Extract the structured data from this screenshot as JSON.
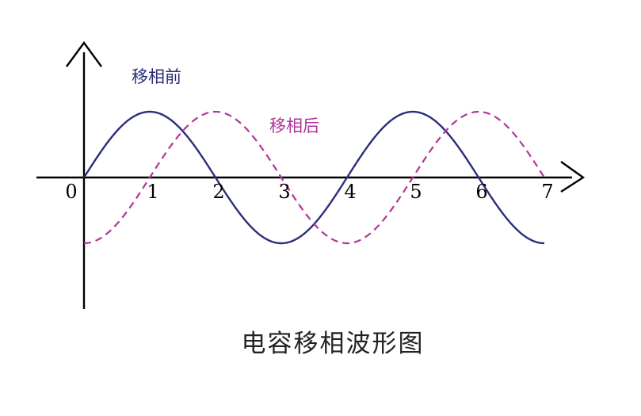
{
  "caption": "电容移相波形图",
  "chart_data": {
    "type": "line",
    "title": "电容移相波形图",
    "xlabel": "",
    "ylabel": "",
    "x_ticks": [
      "0",
      "1",
      "2",
      "3",
      "4",
      "5",
      "6",
      "7"
    ],
    "xlim": [
      0,
      7
    ],
    "ylim": [
      -1,
      1
    ],
    "grid": false,
    "period": 4,
    "series": [
      {
        "name": "移相前",
        "color": "#2a2e7a",
        "dash": "solid",
        "x": [
          0,
          0.5,
          1,
          1.5,
          2,
          2.5,
          3,
          3.5,
          4,
          4.5,
          5,
          5.5,
          6,
          6.5,
          7
        ],
        "y": [
          0,
          0.71,
          1,
          0.71,
          0,
          -0.71,
          -1,
          -0.71,
          0,
          0.71,
          1,
          0.71,
          0,
          -0.71,
          -1
        ]
      },
      {
        "name": "移相后",
        "color": "#b0359a",
        "dash": "dashed",
        "x": [
          0,
          0.5,
          1,
          1.5,
          2,
          2.5,
          3,
          3.5,
          4,
          4.5,
          5,
          5.5,
          6,
          6.5,
          7
        ],
        "y": [
          -1,
          -0.71,
          0,
          0.71,
          1,
          0.71,
          0,
          -0.71,
          -1,
          -0.71,
          0,
          0.71,
          1,
          0.71,
          0
        ]
      }
    ]
  }
}
